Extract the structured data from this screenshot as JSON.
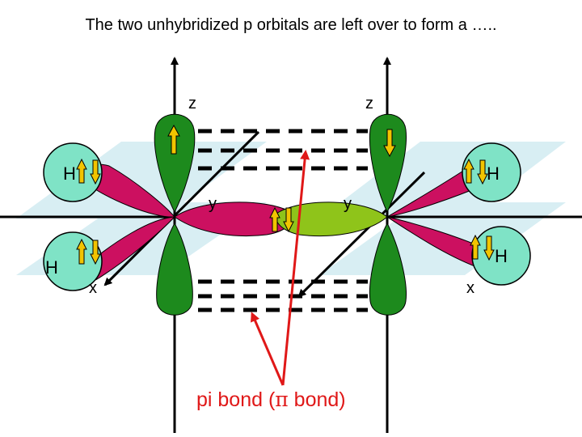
{
  "title": "The two unhybridized p orbitals are left over to form a …..",
  "axis_labels": {
    "left_z": "z",
    "right_z": "z",
    "left_y": "y",
    "right_y": "y",
    "left_x": "x",
    "right_x": "x"
  },
  "atoms": {
    "h_top_left": "H",
    "h_bottom_left": "H",
    "h_top_right": "H",
    "h_bottom_right": "H"
  },
  "caption": {
    "prefix": "pi bond  (",
    "symbol": "π",
    "suffix": " bond)"
  },
  "colors": {
    "p_orbital": "#1d8a1d",
    "sp2_lobe": "#cc1060",
    "sp2_lobe_right": "#cc1060",
    "overlap_lobe": "#8fc41a",
    "hydrogen": "#7fe3c6",
    "plane": "#bfe3ec",
    "electron_arrow": "#f2c400",
    "pointer": "#e01818"
  },
  "icons": {
    "electron_spin": "up-down-arrow-pair"
  }
}
